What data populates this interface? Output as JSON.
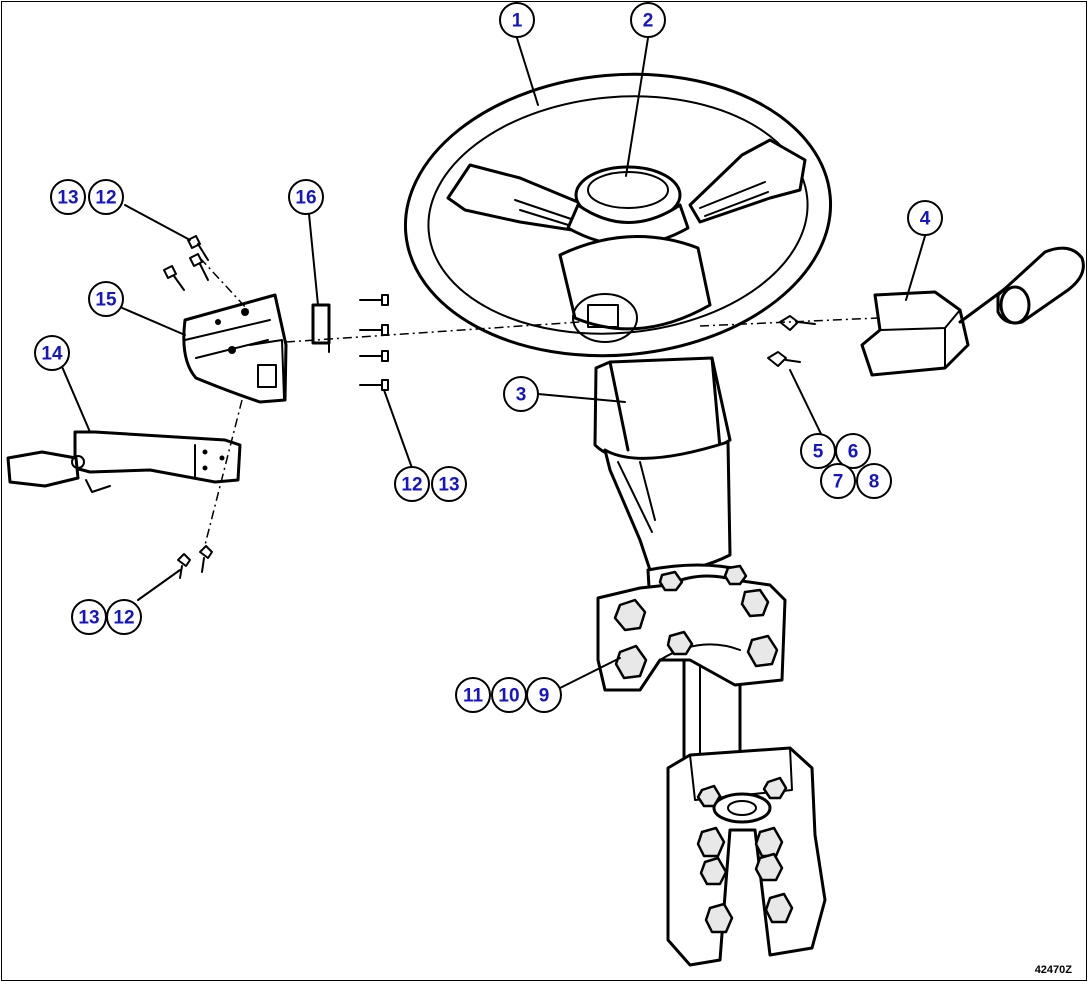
{
  "drawing": {
    "id": "42470Z"
  },
  "callouts": {
    "c1": "1",
    "c2": "2",
    "c3": "3",
    "c4": "4",
    "c5": "5",
    "c6": "6",
    "c7": "7",
    "c8": "8",
    "c9": "9",
    "c10": "10",
    "c11": "11",
    "c12a": "12",
    "c13a": "13",
    "c12b": "12",
    "c13b": "13",
    "c12c": "12",
    "c13c": "13",
    "c14": "14",
    "c15": "15",
    "c16": "16"
  },
  "colors": {
    "callout_text": "#1414c8",
    "line": "#000000",
    "background": "#ffffff"
  }
}
